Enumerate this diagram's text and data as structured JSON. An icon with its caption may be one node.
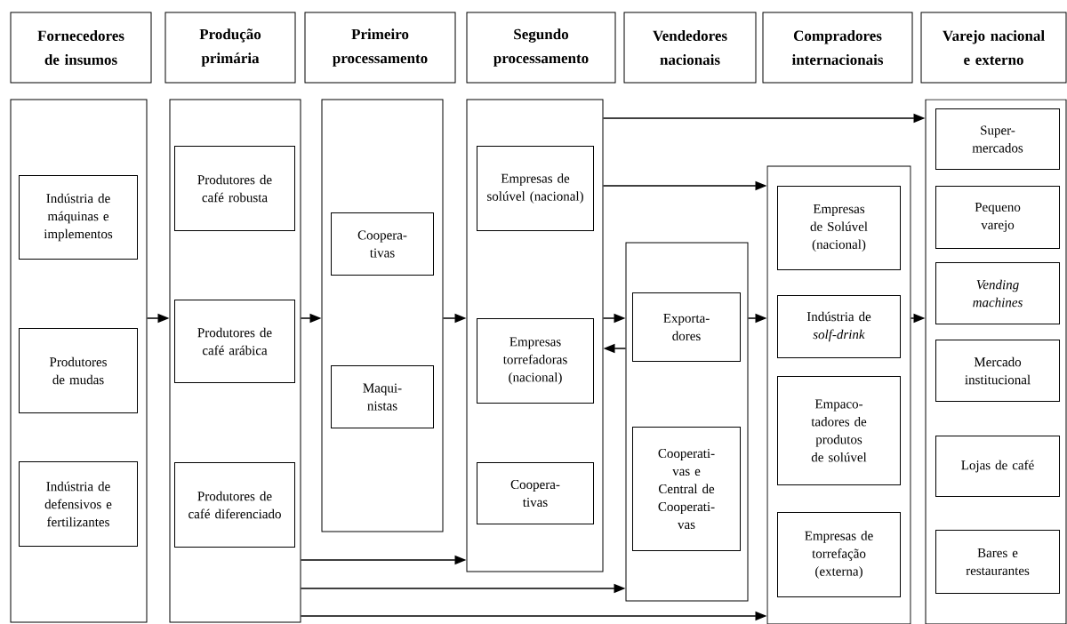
{
  "diagram": {
    "nodes": [
      {
        "text": [
          "Fornecedores de insumos"
        ]
      },
      {
        "text": [
          "Produção primária"
        ]
      },
      {
        "text": [
          "Primeiro processamento"
        ]
      },
      {
        "text": [
          "Segundo processamento"
        ]
      },
      {
        "text": [
          "Vendedores nacionais"
        ]
      },
      {
        "text": [
          "Compradores internacionais"
        ]
      },
      {
        "text": [
          "Varejo nacional e externo"
        ]
      },
      {
        "text": [],
        "shape": "box"
      },
      {
        "text": [
          "Indústria de máquinas e implementos"
        ],
        "in": 7
      },
      {
        "text": [
          "Produtores de mudas"
        ],
        "in": 7
      },
      {
        "text": [
          "Indústria de defensivos e fertilizantes"
        ],
        "in": 7
      },
      {
        "text": [],
        "shape": "box"
      },
      {
        "text": [
          "Produtores de café robusta"
        ],
        "in": 11
      },
      {
        "text": [
          "Produtores de café arábica"
        ],
        "in": 11
      },
      {
        "text": [
          "Produtores de café diferenciado"
        ],
        "in": 11
      },
      {
        "text": [],
        "shape": "box"
      },
      {
        "text": [
          "Coopera-tivas"
        ],
        "in": 15
      },
      {
        "text": [
          "Maqui-nistas"
        ],
        "in": 15
      },
      {
        "text": [],
        "shape": "box"
      },
      {
        "text": [
          "Empresas de solúvel (nacional)"
        ],
        "in": 18
      },
      {
        "text": [
          "Empresas torrefadoras (nacional)"
        ],
        "in": 18
      },
      {
        "text": [
          "Coopera-tivas"
        ],
        "in": 18
      },
      {
        "text": [],
        "shape": "box"
      },
      {
        "text": [
          "Exporta-dores"
        ],
        "in": 22
      },
      {
        "text": [
          "Cooperati-vas e Central de Cooperati-vas"
        ],
        "in": 22
      },
      {
        "text": [],
        "shape": "box"
      },
      {
        "text": [
          "Empresas de Solúvel (nacional)"
        ],
        "in": 25
      },
      {
        "text": [
          "Indústria de *solf-drink*"
        ],
        "in": 25
      },
      {
        "text": [
          "Empaco-tadores de produtos de solúvel"
        ],
        "in": 25
      },
      {
        "text": [
          "Empresas de torrefação (externa)"
        ],
        "in": 25
      },
      {
        "text": [],
        "shape": "box"
      },
      {
        "text": [
          "Super-mercados"
        ],
        "in": 30
      },
      {
        "text": [
          "Pequeno varejo"
        ],
        "in": 30
      },
      {
        "text": [
          "Vending machines"
        ],
        "in": 30
      },
      {
        "text": [
          "Mercado institucional"
        ],
        "in": 30
      },
      {
        "text": [
          "Lojas de café"
        ],
        "in": 30
      },
      {
        "text": [
          "Bares e restaurantes"
        ],
        "in": 30
      }
    ],
    "edges": [
      {
        "from": 7,
        "to": 11,
        "arrow": "to"
      },
      {
        "from": 11,
        "to": 15,
        "arrow": "to"
      },
      {
        "from": 15,
        "to": 18,
        "arrow": "to"
      },
      {
        "from": 18,
        "to": 22,
        "arrow": "to"
      },
      {
        "from": 22,
        "to": 18,
        "arrow": "to"
      },
      {
        "from": 22,
        "to": 25,
        "arrow": "to"
      },
      {
        "from": 25,
        "to": 30,
        "arrow": "to"
      },
      {
        "from": 18,
        "to": 30,
        "arrow": "to"
      },
      {
        "from": 18,
        "to": 25,
        "arrow": "to"
      },
      {
        "from": 11,
        "to": 18,
        "arrow": "to"
      },
      {
        "from": 11,
        "to": 22,
        "arrow": "to"
      },
      {
        "from": 11,
        "to": 25,
        "arrow": "to"
      }
    ]
  }
}
